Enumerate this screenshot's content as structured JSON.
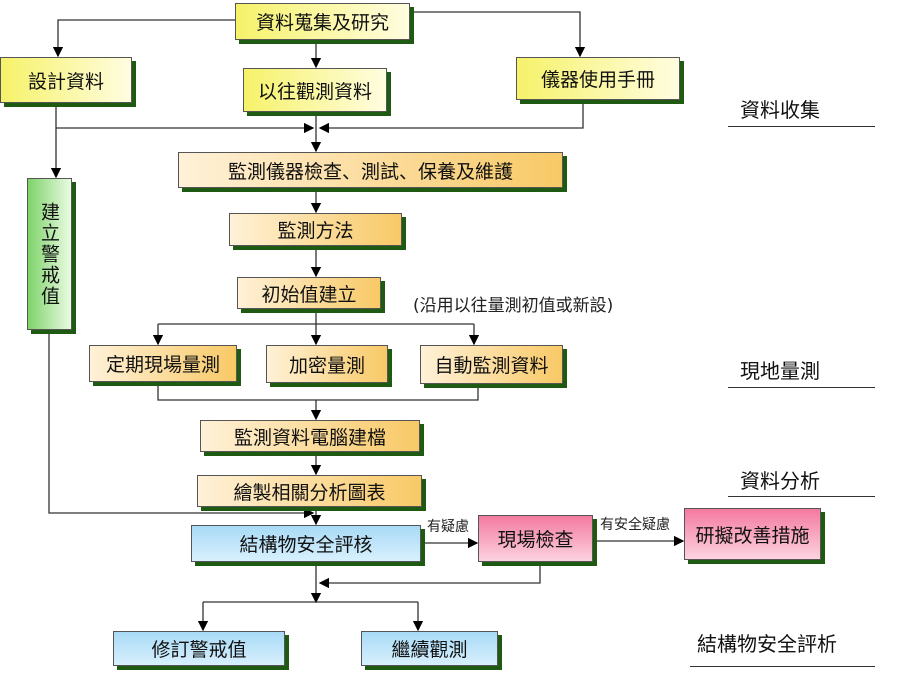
{
  "boxes": {
    "research": "資料蒐集及研究",
    "design": "設計資料",
    "past": "以往觀測資料",
    "manual": "儀器使用手冊",
    "inspect": "監測儀器檢查、測試、保養及維護",
    "method": "監測方法",
    "initial": "初始值建立",
    "periodic": "定期現場量測",
    "dense": "加密量測",
    "auto": "自動監測資料",
    "filing": "監測資料電腦建檔",
    "charts": "繪製相關分析圖表",
    "assess": "結構物安全評核",
    "field": "現場檢查",
    "improve": "研擬改善措施",
    "revise": "修訂警戒值",
    "continue": "繼續觀測",
    "alert": "建立警戒值"
  },
  "notes": {
    "initial_note": "(沿用以往量測初值或新設)",
    "doubt": "有疑慮",
    "safety_doubt": "有安全疑慮"
  },
  "sections": {
    "collect": "資料收集",
    "field": "現地量測",
    "analysis": "資料分析",
    "evaluation": "結構物安全評析"
  }
}
